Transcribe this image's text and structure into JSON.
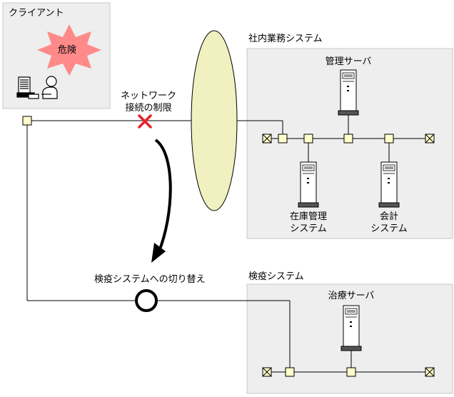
{
  "client": {
    "title": "クライアント",
    "danger_label": "危険"
  },
  "network_restriction": {
    "line1": "ネットワーク",
    "line2": "接続の制限"
  },
  "switch_label": "検疫システムへの切り替え",
  "internal_system": {
    "title": "社内業務システム",
    "mgmt_server": "管理サーバ",
    "inventory": {
      "line1": "在庫管理",
      "line2": "システム"
    },
    "accounting": {
      "line1": "会計",
      "line2": "システム"
    }
  },
  "quarantine_system": {
    "title": "検疫システム",
    "treatment_server": "治療サーバ"
  },
  "colors": {
    "panel_bg": "#eeeeee",
    "panel_border": "#c8c8c8",
    "ellipse_fill": "#f0f0c0",
    "node_fill": "#ffffcc",
    "danger_fill": "#ff8a8a",
    "cross": "#e8202a"
  }
}
